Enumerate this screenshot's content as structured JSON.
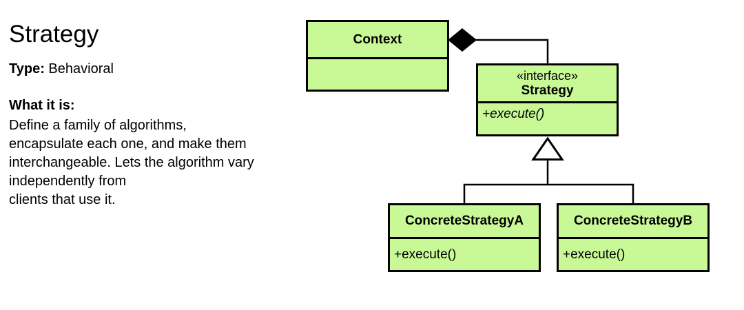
{
  "left": {
    "title": "Strategy",
    "type_label": "Type:",
    "type_value": "Behavioral",
    "what_label": "What it is:",
    "description_lines": [
      "Define a family of algorithms,",
      "encapsulate each one, and make them",
      "interchangeable. Lets the algorithm vary",
      "independently from",
      "clients that use it."
    ]
  },
  "diagram": {
    "fill_color": "#c9f996",
    "border_color": "#000000",
    "context": {
      "name": "Context"
    },
    "strategy": {
      "stereotype": "«interface»",
      "name": "Strategy",
      "method": "+execute()"
    },
    "concrete_a": {
      "name": "ConcreteStrategyA",
      "method": "+execute()"
    },
    "concrete_b": {
      "name": "ConcreteStrategyB",
      "method": "+execute()"
    }
  }
}
